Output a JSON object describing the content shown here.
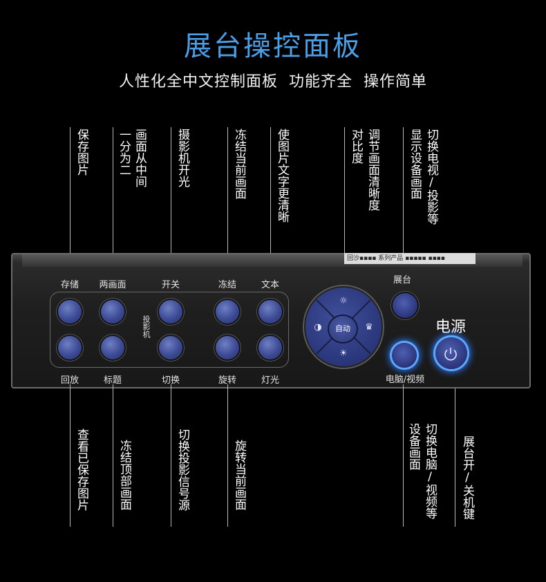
{
  "header": {
    "title": "展台操控面板",
    "subtitle": "人性化全中文控制面板  功能齐全  操作简单"
  },
  "top_annotations": [
    {
      "text": "保存图片"
    },
    {
      "text": "画面从中间"
    },
    {
      "text": "一分为二"
    },
    {
      "text": "摄影机开光"
    },
    {
      "text": "冻结当前画面"
    },
    {
      "text": "使图片文字更清晰"
    },
    {
      "text": "对比度"
    },
    {
      "text": "调节画面清晰度"
    },
    {
      "text": "显示设备画面"
    },
    {
      "text": "切换电视/投影等"
    }
  ],
  "bottom_annotations": [
    {
      "text": "查看已保存图片"
    },
    {
      "text": "冻结顶部画面"
    },
    {
      "text": "切换投影信号源"
    },
    {
      "text": "旋转当前画面"
    },
    {
      "text": "设备画面"
    },
    {
      "text": "切换电脑/视频等"
    },
    {
      "text": "展台开/关机键"
    }
  ],
  "panel": {
    "sticker_text": "回沙▪▪▪▪ 系列产品 ▪▪▪▪▪ ▪▪▪▪",
    "top_labels": [
      "存储",
      "两画面",
      "开关",
      "冻结",
      "文本"
    ],
    "bottom_labels": [
      "回放",
      "标题",
      "切换",
      "旋转",
      "灯光"
    ],
    "camera_label": "投影机",
    "dpad_center": "自动",
    "booth_label": "展台",
    "pc_video_label": "电脑/视频",
    "power_label": "电源",
    "icons": {
      "up": "brightness-up-icon",
      "down": "brightness-down-icon",
      "left": "contrast-left-icon",
      "right": "contrast-right-icon",
      "power": "power-icon"
    }
  },
  "colors": {
    "title": "#4a9fe6",
    "button_blue": "#3b4a94",
    "glow": "#2f7dff"
  }
}
